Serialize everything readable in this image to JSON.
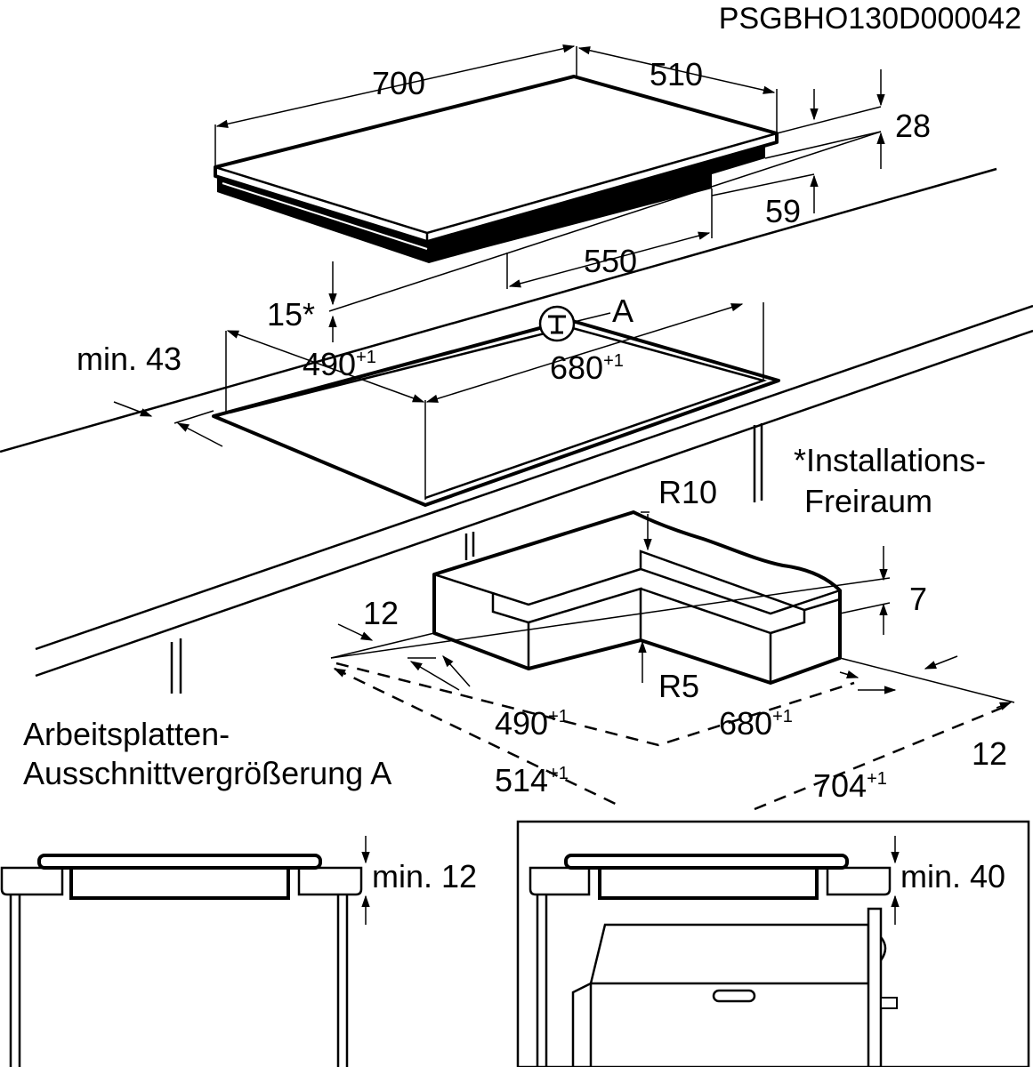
{
  "document_code": "PSGBHO130D000042",
  "dimensions": {
    "hob_width": "700",
    "hob_depth": "510",
    "hob_height": "28",
    "box_height": "59",
    "box_width": "550",
    "clearance": "15*",
    "min_front": "min. 43",
    "cutout_depth_base": "490",
    "cutout_depth_tol": "+1",
    "cutout_width_base": "680",
    "cutout_width_tol": "+1",
    "detail_ref": "A"
  },
  "note": {
    "line1": "*Installations-",
    "line2": "Freiraum"
  },
  "detail": {
    "r10": "R10",
    "r5": "R5",
    "seven": "7",
    "twelve_left": "12",
    "twelve_right": "12",
    "d490_base": "490",
    "d490_tol": "+1",
    "d680_base": "680",
    "d680_tol": "+1",
    "d514_base": "514",
    "d514_tol": "+1",
    "d704_base": "704",
    "d704_tol": "+1"
  },
  "caption": {
    "line1": "Arbeitsplatten-",
    "line2": "Ausschnittvergrößerung A"
  },
  "bottom": {
    "left_min": "min. 12",
    "right_min": "min. 40"
  }
}
